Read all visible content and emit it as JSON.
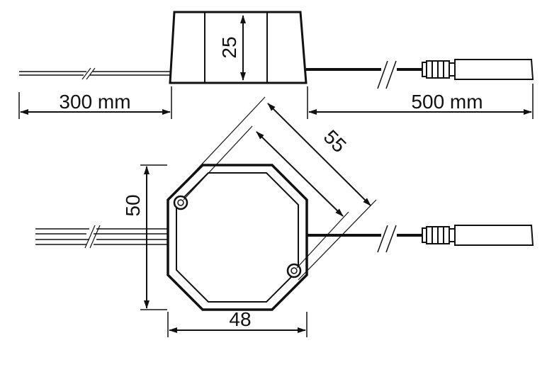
{
  "diagram": {
    "dim_height_side": "25",
    "dim_left_cable": "300 mm",
    "dim_right_cable": "500 mm",
    "dim_diagonal_outer": "55",
    "dim_height_front": "50",
    "dim_width_front": "48"
  },
  "colors": {
    "line": "#111111",
    "background": "#ffffff"
  }
}
